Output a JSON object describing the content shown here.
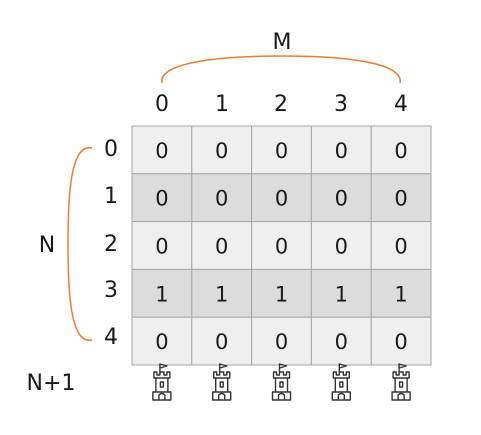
{
  "labels": {
    "m": "M",
    "n": "N",
    "n_plus_1": "N+1"
  },
  "column_headers": [
    "0",
    "1",
    "2",
    "3",
    "4"
  ],
  "row_headers": [
    "0",
    "1",
    "2",
    "3",
    "4"
  ],
  "grid": [
    [
      "0",
      "0",
      "0",
      "0",
      "0"
    ],
    [
      "0",
      "0",
      "0",
      "0",
      "0"
    ],
    [
      "0",
      "0",
      "0",
      "0",
      "0"
    ],
    [
      "1",
      "1",
      "1",
      "1",
      "1"
    ],
    [
      "0",
      "0",
      "0",
      "0",
      "0"
    ]
  ],
  "castle_count": 5,
  "colors": {
    "brace": "#ed7d31",
    "row_light": "#efefef",
    "row_dark": "#dcdcdc",
    "border": "#a6a6a6"
  }
}
